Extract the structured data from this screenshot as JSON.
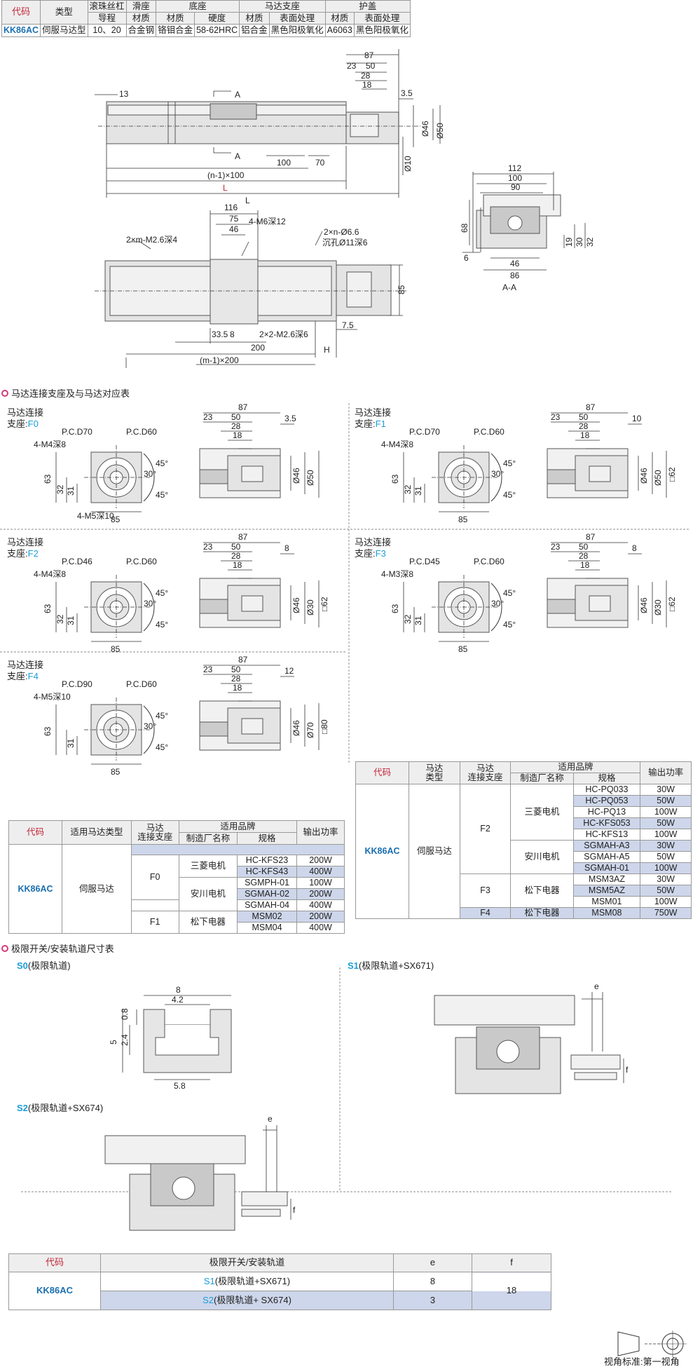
{
  "spec": {
    "h_code": "代码",
    "h_type": "类型",
    "h_screw": "滚珠丝杠",
    "h_lead": "导程",
    "h_slider": "滑座",
    "h_mat": "材质",
    "h_base": "底座",
    "h_hard": "硬度",
    "h_bracket": "马达支座",
    "h_surface": "表面处理",
    "h_cover": "护盖",
    "code": "KK86AC",
    "type": "伺服马达型",
    "lead": "10、20",
    "slider_mat": "合金钢",
    "base_mat": "铬钼合金",
    "hardness": "58-62HRC",
    "bracket_mat": "铝合金",
    "bracket_surface": "黑色阳极氧化",
    "cover_mat": "A6063",
    "cover_surface": "黑色阳极氧化"
  },
  "drawing": {
    "d13": "13",
    "dA": "A",
    "d87": "87",
    "d23": "23",
    "d50": "50",
    "d28": "28",
    "d18": "18",
    "d35": "3.5",
    "d46": "Ø46",
    "d50t": "Ø50",
    "d10": "Ø10",
    "d100": "100",
    "d70": "70",
    "dn1": "(n-1)×100",
    "dL": "L",
    "dL1": "L",
    "d116": "116",
    "d75": "75",
    "d46b": "46",
    "dM6": "4-M6深12",
    "dM26": "2×m-M2.6深4",
    "dn66": "2×n-Ø6.6",
    "dcb": "沉孔Ø11深6",
    "d85": "85",
    "d75b": "7.5",
    "d335": "33.5",
    "d8": "8",
    "d2M26": "2×2-M2.6深6",
    "d200": "200",
    "dH": "H",
    "dm1": "(m-1)×200",
    "d112": "112",
    "d100b": "100",
    "d90": "90",
    "d68": "68",
    "d6": "6",
    "d46c": "46",
    "d86": "86",
    "d19": "19",
    "d30": "30",
    "d32": "32",
    "dAA": "A-A"
  },
  "section1_title": "马达连接支座及与马达对应表",
  "brackets": [
    {
      "t1": "马达连接",
      "t2": "支座:",
      "code": "F0",
      "pc1": "P.C.D70",
      "pc2": "P.C.D60",
      "holes": "4-M4深8",
      "holes2": "4-M5深10",
      "w": "85",
      "h63": "63",
      "h32": "32",
      "h31": "31",
      "a45": "45°",
      "a30": "30°",
      "side_end": "3.5",
      "side_d1": "Ø46",
      "side_d2": "Ø50"
    },
    {
      "t1": "马达连接",
      "t2": "支座:",
      "code": "F1",
      "pc1": "P.C.D70",
      "pc2": "P.C.D60",
      "holes": "4-M4深8",
      "w": "85",
      "h63": "63",
      "h32": "32",
      "h31": "31",
      "a45": "45°",
      "a30": "30°",
      "side_end": "10",
      "side_d1": "Ø46",
      "side_d2": "Ø50",
      "side_sq": "□62"
    },
    {
      "t1": "马达连接",
      "t2": "支座:",
      "code": "F2",
      "pc1": "P.C.D46",
      "pc2": "P.C.D60",
      "holes": "4-M4深8",
      "w": "85",
      "h63": "63",
      "h32": "32",
      "h31": "31",
      "a45": "45°",
      "a30": "30°",
      "side_end": "8",
      "side_d1": "Ø46",
      "side_d2": "Ø30",
      "side_sq": "□62"
    },
    {
      "t1": "马达连接",
      "t2": "支座:",
      "code": "F3",
      "pc1": "P.C.D45",
      "pc2": "P.C.D60",
      "holes": "4-M3深8",
      "w": "85",
      "h63": "63",
      "h32": "32",
      "h31": "31",
      "a45": "45°",
      "a30": "30°",
      "side_end": "8",
      "side_d1": "Ø46",
      "side_d2": "Ø30",
      "side_sq": "□62"
    },
    {
      "t1": "马达连接",
      "t2": "支座:",
      "code": "F4",
      "pc1": "P.C.D90",
      "pc2": "P.C.D60",
      "holes": "4-M5深10",
      "w": "85",
      "h63": "63",
      "h31": "31",
      "a45": "45°",
      "a30": "30°",
      "side_end": "12",
      "side_d1": "Ø46",
      "side_d2": "Ø70",
      "side_sq": "□80"
    }
  ],
  "side_common": {
    "d87": "87",
    "d23": "23",
    "d50": "50",
    "d28": "28",
    "d18": "18"
  },
  "motor_left": {
    "h_code": "代码",
    "h_mtype": "适用马达类型",
    "h_bracket1": "马达",
    "h_bracket2": "连接支座",
    "h_brand": "适用品牌",
    "h_maker": "制造厂名称",
    "h_spec": "规格",
    "h_power": "输出功率",
    "code": "KK86AC",
    "mtype": "伺服马达",
    "rows": [
      {
        "b": "F0",
        "m": "三菱电机",
        "s": "HC-KFS23",
        "p": "200W"
      },
      {
        "s": "HC-KFS43",
        "p": "400W"
      },
      {
        "m": "安川电机",
        "s": "SGMPH-01",
        "p": "100W"
      },
      {
        "s": "SGMAH-02",
        "p": "200W"
      },
      {
        "s": "SGMAH-04",
        "p": "400W"
      },
      {
        "b": "F1",
        "m": "松下电器",
        "s": "MSM02",
        "p": "200W"
      },
      {
        "s": "MSM04",
        "p": "400W"
      }
    ]
  },
  "motor_right": {
    "h_code": "代码",
    "h_mtype1": "马达",
    "h_mtype2": "类型",
    "h_bracket1": "马达",
    "h_bracket2": "连接支座",
    "h_brand": "适用品牌",
    "h_maker": "制造厂名称",
    "h_spec": "规格",
    "h_power": "输出功率",
    "code": "KK86AC",
    "mtype": "伺服马达",
    "rows": [
      {
        "s": "HC-PQ033",
        "p": "30W"
      },
      {
        "s": "HC-PQ053",
        "p": "50W"
      },
      {
        "s": "HC-PQ13",
        "p": "100W"
      },
      {
        "s": "HC-KFS053",
        "p": "50W"
      },
      {
        "s": "HC-KFS13",
        "p": "100W"
      },
      {
        "s": "SGMAH-A3",
        "p": "30W"
      },
      {
        "s": "SGMAH-A5",
        "p": "50W"
      },
      {
        "s": "SGMAH-01",
        "p": "100W"
      },
      {
        "s": "MSM3AZ",
        "p": "30W"
      },
      {
        "s": "MSM5AZ",
        "p": "50W"
      },
      {
        "s": "MSM01",
        "p": "100W"
      },
      {
        "s": "MSM08",
        "p": "750W"
      }
    ],
    "b_f2": "F2",
    "b_f3": "F3",
    "b_f4": "F4",
    "m_mit": "三菱电机",
    "m_yas": "安川电机",
    "m_pan": "松下电器",
    "m_pan2": "松下电器"
  },
  "section2_title": "极限开关/安装轨道尺寸表",
  "s0": {
    "code": "S0",
    "desc": "(极限轨道)",
    "d8": "8",
    "d42": "4.2",
    "d08": "0.8",
    "d5": "5",
    "d24": "2.4",
    "d58": "5.8"
  },
  "s1": {
    "code": "S1",
    "desc": "(极限轨道+SX671)",
    "e": "e",
    "f": "f"
  },
  "s2": {
    "code": "S2",
    "desc": "(极限轨道+SX674)",
    "e": "e",
    "f": "f"
  },
  "limit_table": {
    "h_code": "代码",
    "h_item": "极限开关/安装轨道",
    "h_e": "e",
    "h_f": "f",
    "code": "KK86AC",
    "r1_code": "S1",
    "r1_desc": "(极限轨道+SX671)",
    "r1_e": "8",
    "r2_code": "S2",
    "r2_desc": "(极限轨道+ SX674)",
    "r2_e": "3",
    "f": "18"
  },
  "footer": {
    "label": "视角标准:第一视角"
  }
}
